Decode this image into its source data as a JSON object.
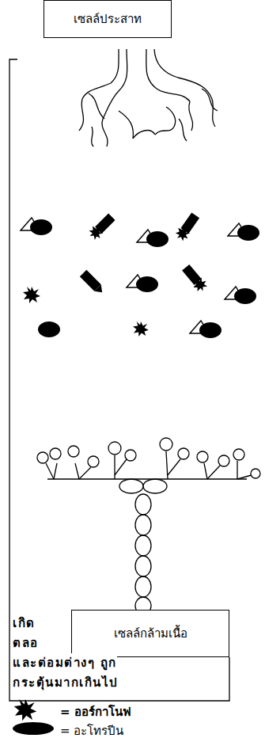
{
  "diagram": {
    "nodes": [
      {
        "text": [
          "เซลล์ประสาท"
        ]
      },
      {
        "text": [
          "เซลล์กล้ามเนื้อ"
        ]
      }
    ],
    "labels": [
      "เกิด",
      "ตลอ",
      "และต่อมต่างๆ ถูก",
      "กระตุ้นมากเกินไป"
    ],
    "legend": [
      {
        "text": "= ออร์กาโนฟ"
      },
      {
        "text": "= อะโทรปีน"
      }
    ]
  }
}
